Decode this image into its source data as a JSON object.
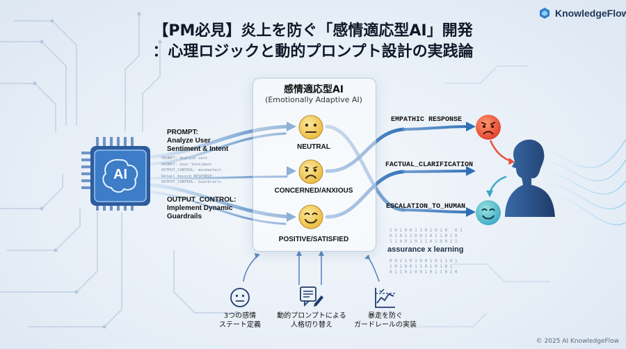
{
  "brand": {
    "name": "KnowledgeFlow",
    "copyright": "© 2025 AI KnowledgeFlow"
  },
  "title": {
    "line1": "【PM必見】炎上を防ぐ「感情適応型AI」開発",
    "line2": "：心理ロジックと動的プロンプト設計の実践論"
  },
  "chip": {
    "label": "AI"
  },
  "left_labels": {
    "prompt": [
      "PROMPT:",
      "Analyze User",
      "Sentiment & Intent"
    ],
    "output": [
      "OUTPUT_CONTROL:",
      "Implement Dynamic",
      "Guardrails"
    ],
    "code_lines": [
      "PROMPT: Analyze sent",
      "PROMPT: User Sentiment",
      "OUTPUT_CONTROL: moodaetect",
      "Detail beusvd RESPONSE:",
      "OUTPUT_CONTROL: Guardrails"
    ]
  },
  "panel": {
    "title": "感情適応型AI",
    "subtitle": "(Emotionally Adaptive AI)",
    "states": [
      "NEUTRAL",
      "CONCERNED/ANXIOUS",
      "POSITIVE/SATISFIED"
    ]
  },
  "routes": [
    "EMPATHIC RESPONSE",
    "FACTUAL_CLARIFICATION",
    "ESCALATION_TO_HUMAN"
  ],
  "assurance": "assurance x learning",
  "binary": [
    "1 0 1 0 0 1 1 0 1 0 1 0   0 1",
    "0 1 0 1 1 0 0 1 0 1 1 0 1 0",
    "1 1 0 0 1 0 1 1 0 1 0 0 1 1",
    "0 0 1 1 0 1 0 0 1 0 1 1 0 1",
    "1 0 1 0 0 1 1 0 1 0 1 0 1",
    "0 1 1 0 1 0 0 1 0 1 1 0 1 0"
  ],
  "features": [
    {
      "icon": "neutral-face-icon",
      "lines": [
        "3つの感情",
        "ステート定義"
      ]
    },
    {
      "icon": "edit-document-icon",
      "lines": [
        "動的プロンプトによる",
        "人格切り替え"
      ]
    },
    {
      "icon": "guardrail-chart-icon",
      "lines": [
        "暴走を防ぐ",
        "ガードレールの実装"
      ]
    }
  ],
  "colors": {
    "accent": "#2f6fb5",
    "face_yellow": "#f3cf5a",
    "angry_red": "#e8503a",
    "calm_teal": "#5ec3c8",
    "person": "#2c4f86"
  }
}
